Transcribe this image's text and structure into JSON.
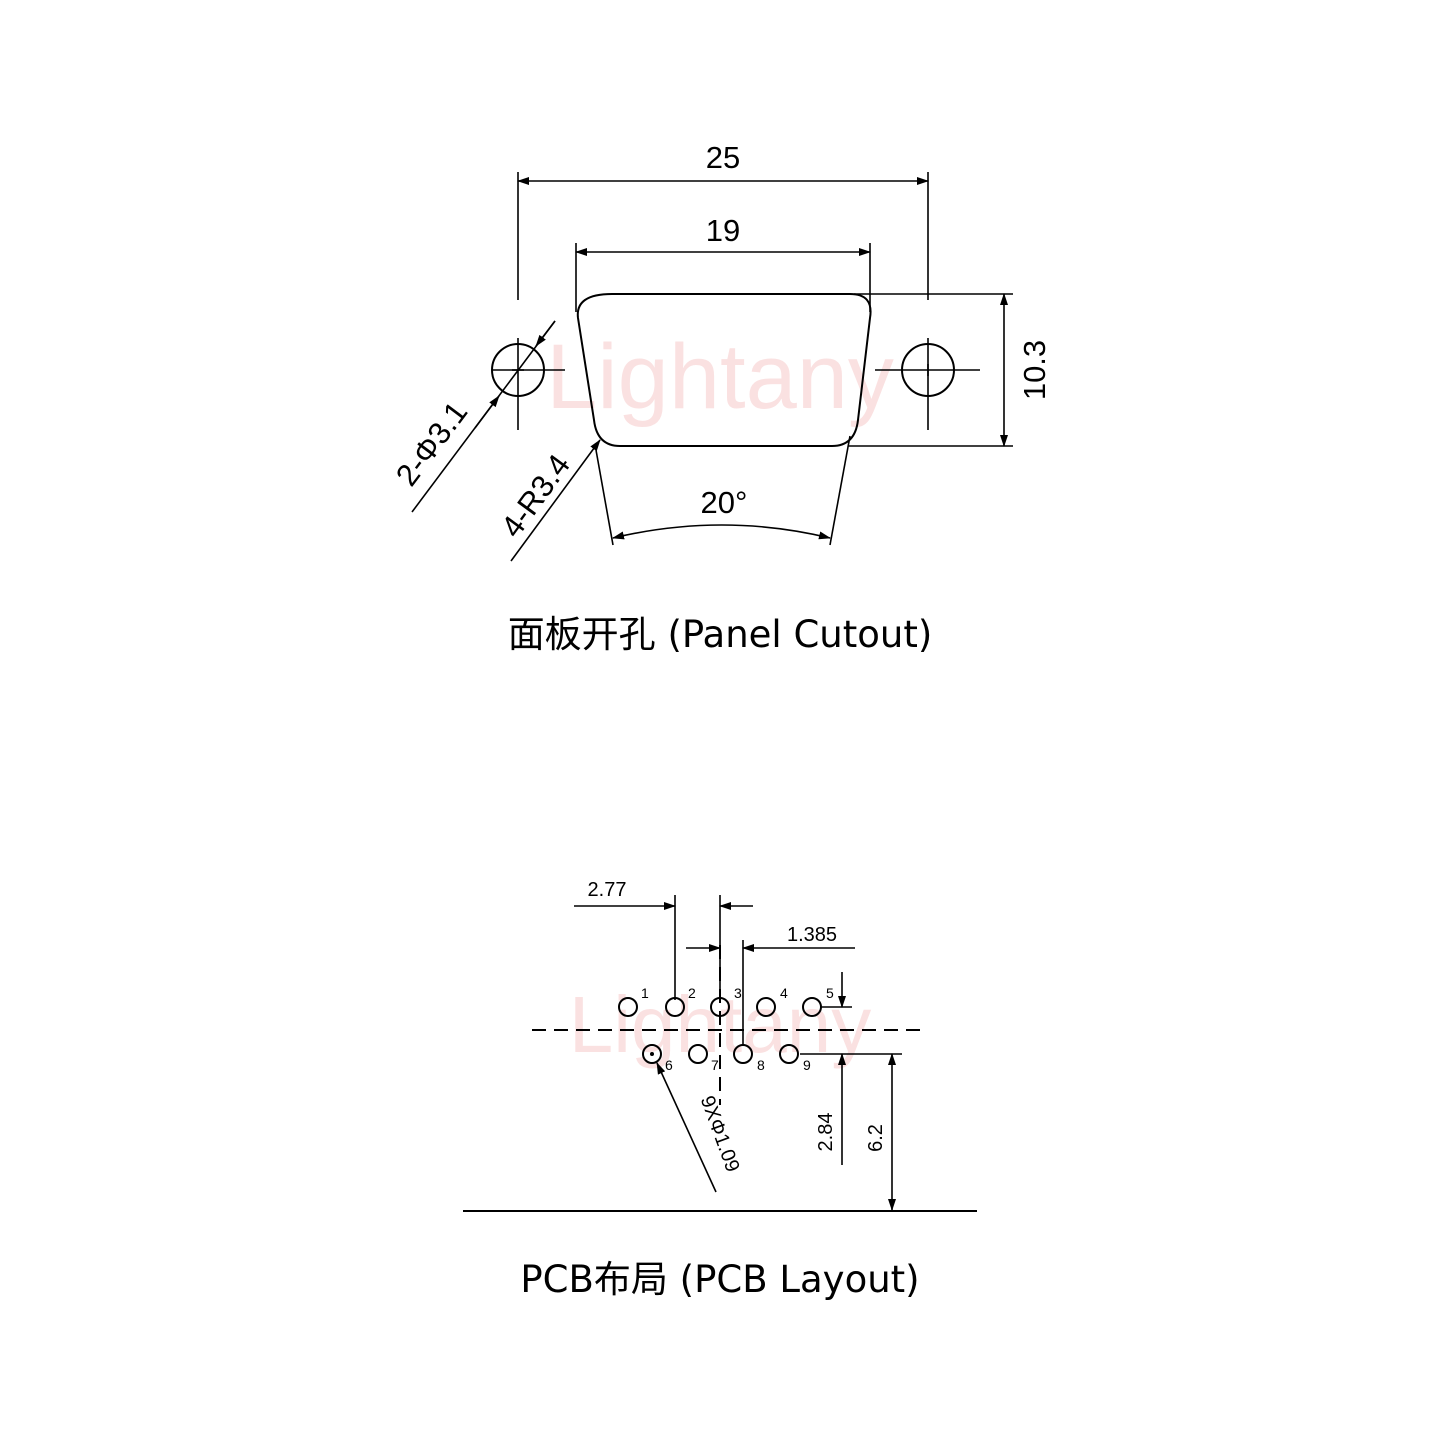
{
  "watermark": "Lightany",
  "panel_cutout": {
    "caption": "面板开孔 (Panel Cutout)",
    "dim_overall_width": "25",
    "dim_cutout_width": "19",
    "dim_height": "10.3",
    "dim_mount_holes": "2-Φ3.1",
    "dim_corner_radius": "4-R3.4",
    "dim_angle": "20°"
  },
  "pcb_layout": {
    "caption": "PCB布局 (PCB Layout)",
    "dim_pitch": "2.77",
    "dim_half_pitch": "1.385",
    "dim_row_spacing": "2.84",
    "dim_board_offset": "6.2",
    "dim_hole_size": "9XΦ1.09",
    "pins": [
      "1",
      "2",
      "3",
      "4",
      "5",
      "6",
      "7",
      "8",
      "9"
    ]
  }
}
